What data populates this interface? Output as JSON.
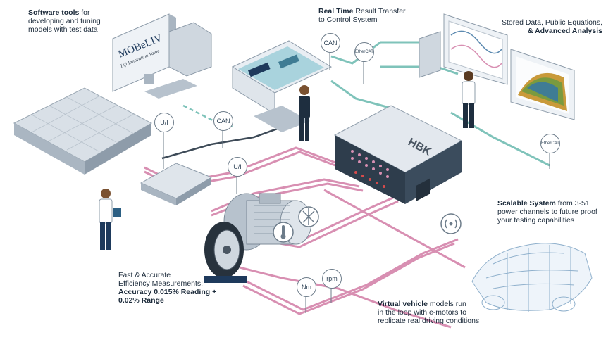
{
  "captions": {
    "software": {
      "bold": "Software tools",
      "rest": " for",
      "line2": "developing and tuning",
      "line3": "models with test data"
    },
    "realtime": {
      "bold": "Real Time",
      "rest": " Result Transfer",
      "line2": "to Control System"
    },
    "stored": {
      "line1": "Stored Data, Public Equations,",
      "bold": "& Advanced Analysis"
    },
    "scalable": {
      "bold": "Scalable System",
      "rest": " from 3-51",
      "line2": "power channels to future proof",
      "line3": "your testing capabilities"
    },
    "efficiency": {
      "line1": "Fast & Accurate",
      "line2": "Efficiency Measurements:",
      "bold1": "Accuracy 0.015% Reading +",
      "bold2": "0.02% Range"
    },
    "virtual": {
      "bold": "Virtual vehicle",
      "rest": " models run",
      "line2": "in the loop with e-motors to",
      "line3": "replicate real driving conditions"
    }
  },
  "monitor_logo": {
    "brand": "MOBeLIV",
    "tagline": "Lift Innovation Value"
  },
  "device_logo": "HBK",
  "tags": {
    "ui_1": "U/I",
    "can_1": "CAN",
    "ui_2": "U/I",
    "can_top": "CAN",
    "ethercat_top": "EtherCAT",
    "ethercat_right": "EtherCAT",
    "nm": "Nm",
    "rpm": "rpm"
  },
  "colors": {
    "power_lines": "#d88fb2",
    "data_lines": "#7fc3ba",
    "dark_lines": "#3d4a57",
    "equipment": "#c9d1da",
    "accent": "#1e3a5c"
  }
}
